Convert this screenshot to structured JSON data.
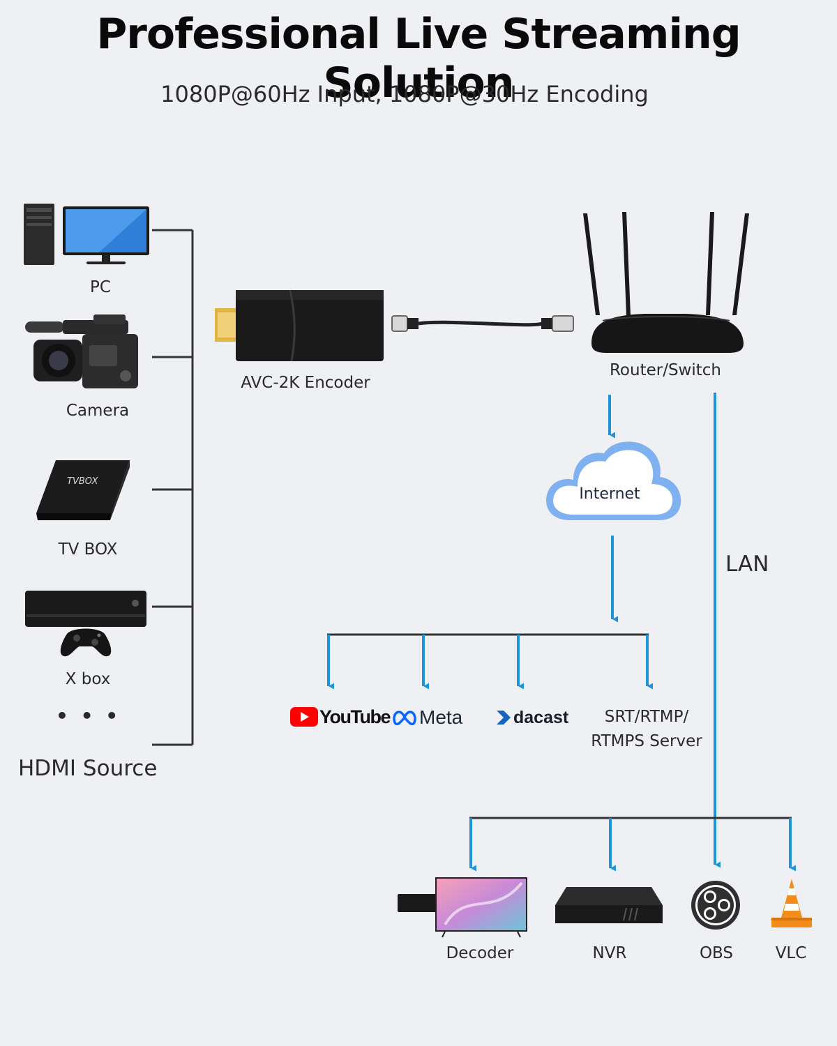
{
  "title": "Professional Live Streaming Solution",
  "subtitle": "1080P@60Hz Input, 1080P@30Hz Encoding",
  "sources": {
    "items": [
      {
        "label": "PC",
        "icon": "pc-icon"
      },
      {
        "label": "Camera",
        "icon": "camera-icon"
      },
      {
        "label": "TV BOX",
        "icon": "tv-box-icon",
        "device_text": "TVBOX"
      },
      {
        "label": "X  box",
        "icon": "xbox-icon"
      }
    ],
    "more": "• • •",
    "group_label": "HDMI Source"
  },
  "encoder": {
    "label": "AVC-2K Encoder",
    "icon": "encoder-icon"
  },
  "router": {
    "label": "Router/Switch",
    "icon": "router-icon"
  },
  "internet": {
    "label": "Internet",
    "icon": "cloud-icon"
  },
  "lan_label": "LAN",
  "platforms": [
    {
      "name": "YouTube",
      "icon": "youtube-icon"
    },
    {
      "name": "Meta",
      "icon": "meta-icon"
    },
    {
      "name": "dacast",
      "icon": "dacast-icon"
    },
    {
      "name_line1": "SRT/RTMP/",
      "name_line2": "RTMPS Server"
    }
  ],
  "lan_devices": [
    {
      "label": "Decoder",
      "icon": "decoder-icon"
    },
    {
      "label": "NVR",
      "icon": "nvr-icon"
    },
    {
      "label": "OBS",
      "icon": "obs-icon"
    },
    {
      "label": "VLC",
      "icon": "vlc-icon"
    }
  ],
  "colors": {
    "arrow": "#1f95d8",
    "bracket": "#333333",
    "cloud_edge": "#7fb0f0",
    "youtube": "#ff0000",
    "meta": "#0866ff"
  }
}
